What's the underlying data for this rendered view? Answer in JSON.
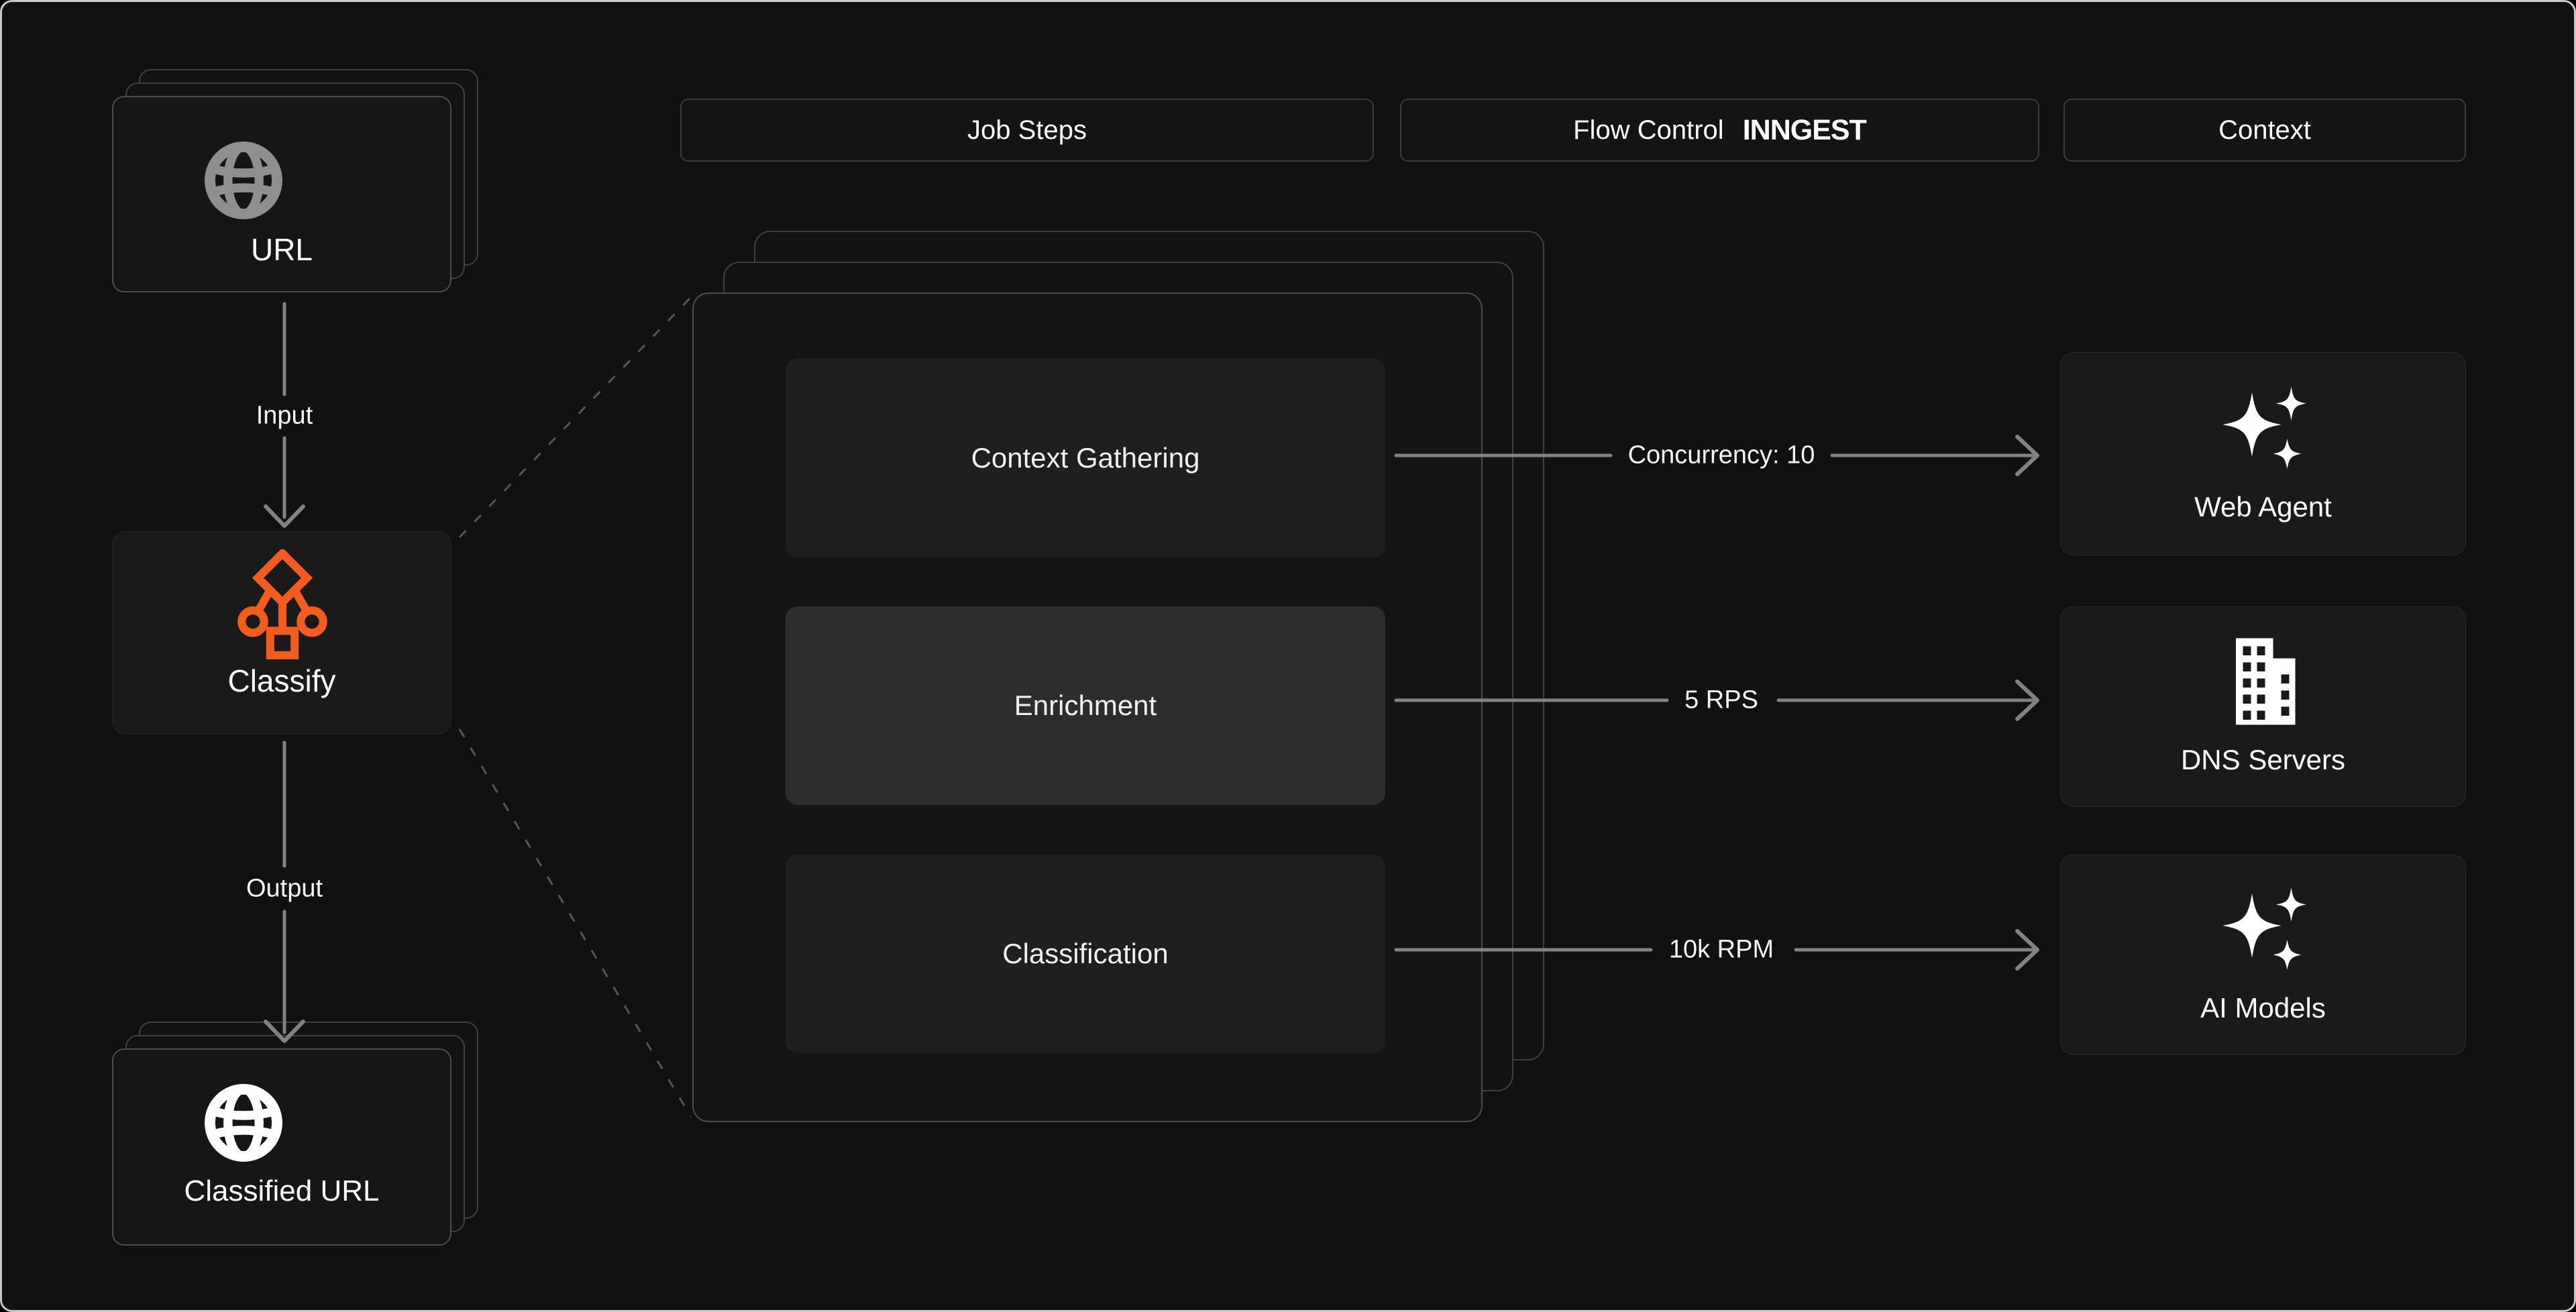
{
  "colors": {
    "background": "#111111",
    "accent_orange": "#f25c1f",
    "line_gray": "#828282",
    "dash_gray": "#565656",
    "frame_border": "#c9c9c9"
  },
  "headers": {
    "job_steps": "Job Steps",
    "flow_control": "Flow Control",
    "flow_control_logo": "INNGEST",
    "context": "Context"
  },
  "left_flow": {
    "source": {
      "label": "URL",
      "icon": "globe-icon"
    },
    "input_label": "Input",
    "processor": {
      "label": "Classify",
      "icon": "classify-workflow-icon"
    },
    "output_label": "Output",
    "result": {
      "label": "Classified URL",
      "icon": "globe-icon"
    }
  },
  "job_steps": [
    {
      "label": "Context Gathering",
      "flow_control": "Concurrency: 10",
      "context": {
        "label": "Web Agent",
        "icon": "sparkles-icon"
      },
      "highlighted": false
    },
    {
      "label": "Enrichment",
      "flow_control": "5 RPS",
      "context": {
        "label": "DNS Servers",
        "icon": "building-icon"
      },
      "highlighted": true
    },
    {
      "label": "Classification",
      "flow_control": "10k RPM",
      "context": {
        "label": "AI Models",
        "icon": "sparkles-icon"
      },
      "highlighted": false
    }
  ]
}
